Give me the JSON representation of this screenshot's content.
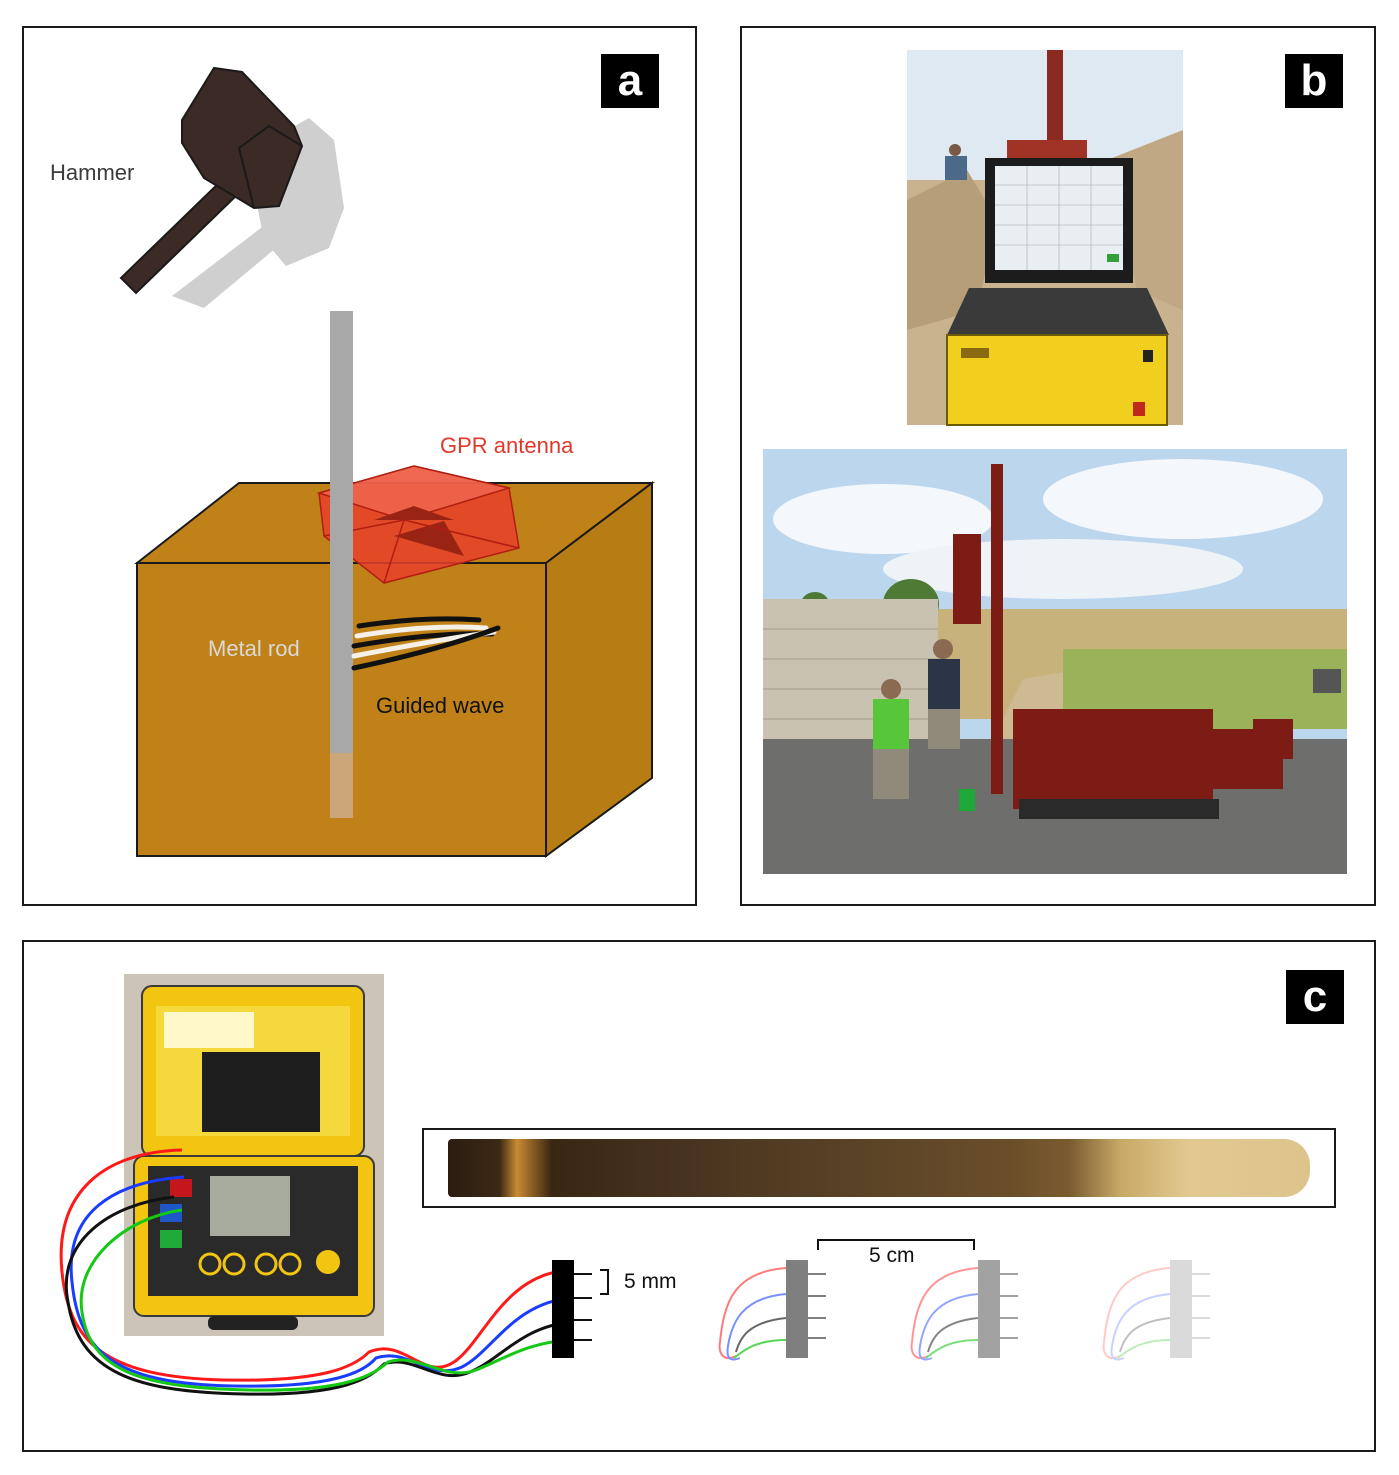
{
  "panel_a": {
    "badge": "a",
    "labels": {
      "hammer": "Hammer",
      "gpr_antenna": "GPR antenna",
      "metal_rod": "Metal rod",
      "guided_wave": "Guided wave"
    },
    "colors": {
      "soil": "#c08218",
      "hammer": "#3b2a25",
      "hammer_shadow": "#cfcfcf",
      "rod": "#a8a8a8",
      "rod_tip": "#caa67a",
      "antenna": "#e8402a",
      "gpr_label": "#e0392a",
      "metal_label": "#d9d9d9"
    }
  },
  "panel_b": {
    "badge": "b"
  },
  "panel_c": {
    "badge": "c",
    "labels": {
      "electrode_spacing": "5 mm",
      "probe_spacing": "5 cm"
    },
    "colors": {
      "wire_red": "#ff1a1a",
      "wire_blue": "#1a3cff",
      "wire_black": "#111111",
      "wire_green": "#14c814",
      "meter_yellow": "#f2c511"
    }
  }
}
